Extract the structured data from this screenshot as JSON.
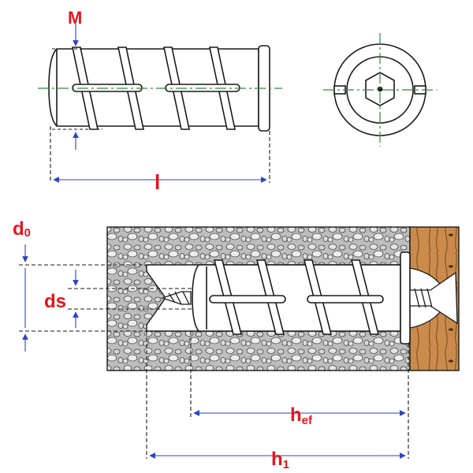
{
  "labels": {
    "M": "M",
    "l": "l",
    "d0": "d",
    "d0_sub": "0",
    "ds": "ds",
    "hef": "h",
    "hef_sub": "ef",
    "h1": "h",
    "h1_sub": "1"
  },
  "colors": {
    "label": "#e8141c",
    "dimension": "#2b3fc9",
    "centerline": "#2e8b3a",
    "outline": "#1a1a1a",
    "concrete": "#b9b9b9",
    "wood": "#c98a4b",
    "wood_dark": "#7a4a1d"
  }
}
